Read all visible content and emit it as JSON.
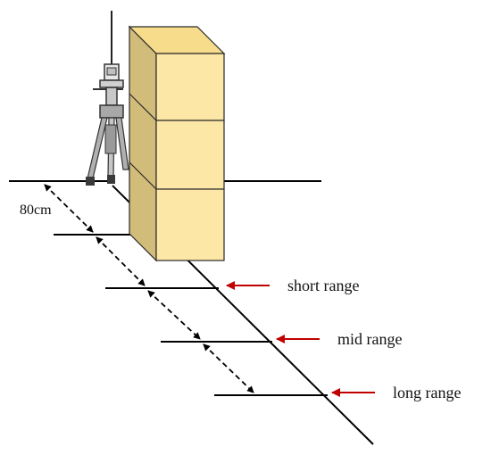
{
  "labels": {
    "spacing": "80cm",
    "short": "short range",
    "mid": "mid range",
    "long": "long range"
  },
  "colors": {
    "line": "#000000",
    "box_front": "#FCE7A6",
    "box_side": "#D2BC7A",
    "box_top": "#F7DC8C",
    "box_edge": "#2a2a2a",
    "arrow_red": "#C00000",
    "tripod_gray": "#A8A8A8",
    "tripod_dark": "#3a3a3a"
  },
  "icons": {
    "instrument": "laser-scanner-tripod-icon",
    "pointer": "red-arrow-icon"
  }
}
